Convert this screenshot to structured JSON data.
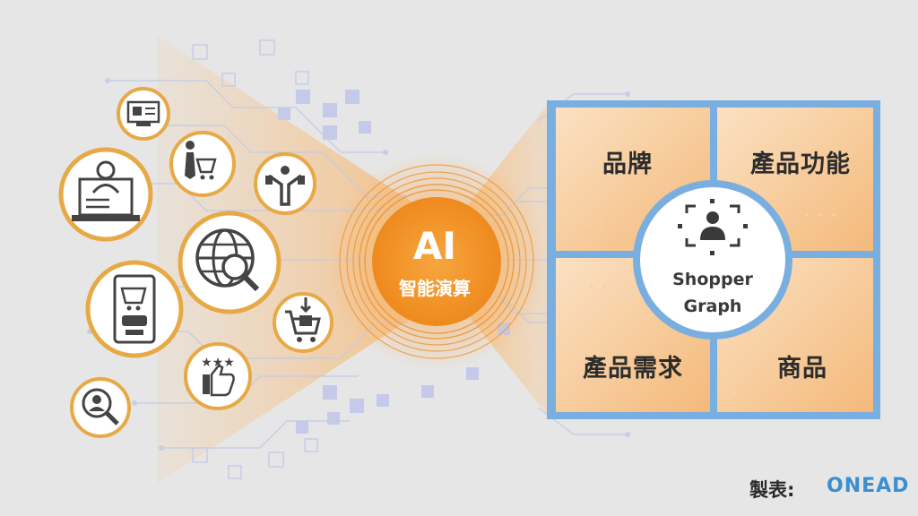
{
  "center": {
    "title": "AI",
    "subtitle": "智能演算"
  },
  "grid": {
    "top_left": "品牌",
    "top_right": "產品功能",
    "bottom_left": "產品需求",
    "bottom_right": "商品"
  },
  "hub": {
    "line1": "Shopper",
    "line2": "Graph"
  },
  "credit": {
    "label": "製表:",
    "brand": "ONEAD"
  },
  "icons": [
    "storefront-laptop-icon",
    "person-shopping-cart-icon",
    "customer-service-laptop-icon",
    "person-shopping-bags-icon",
    "web-search-globe-icon",
    "mobile-shopping-app-icon",
    "add-to-cart-icon",
    "star-rating-thumbs-up-icon",
    "search-user-icon"
  ],
  "colors": {
    "accent_orange": "#f39a2e",
    "frame_blue": "#79aee0",
    "panel_orange": "#f6c38c",
    "background": "#e6e6e6"
  }
}
